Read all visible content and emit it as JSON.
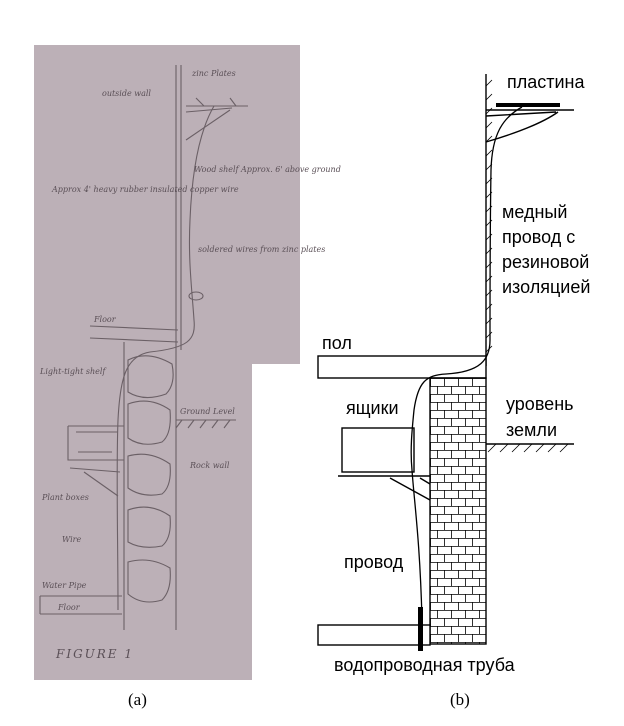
{
  "panel_a": {
    "caption": "(a)",
    "sketch_labels": {
      "zinc_plates": "zinc Plates",
      "outside_wall": "outside wall",
      "copper_wire_note": "Approx 4' heavy rubber insulated copper wire",
      "wood_shelf": "Wood shelf Approx. 6' above ground",
      "soldered_wires": "soldered wires from zinc plates",
      "floor": "Floor",
      "light_tight_shelf": "Light-tight shelf",
      "ground_level": "Ground Level",
      "rock_wall": "Rock wall",
      "plant_boxes": "Plant boxes",
      "wire": "Wire",
      "water_pipe": "Water Pipe",
      "floor2": "Floor",
      "figure": "FIGURE 1"
    }
  },
  "panel_b": {
    "caption": "(b)",
    "plate": "пластина",
    "copper_wire": [
      "медный",
      "провод с",
      "резиновой",
      "изоляцией"
    ],
    "floor": "пол",
    "boxes": "ящики",
    "ground_level": [
      "уровень",
      "земли"
    ],
    "wire": "провод",
    "water_pipe": "водопроводная труба"
  },
  "colors": {
    "photo_paper": "#bcb0b7",
    "pencil": "#6b6066",
    "ink": "#000000"
  }
}
